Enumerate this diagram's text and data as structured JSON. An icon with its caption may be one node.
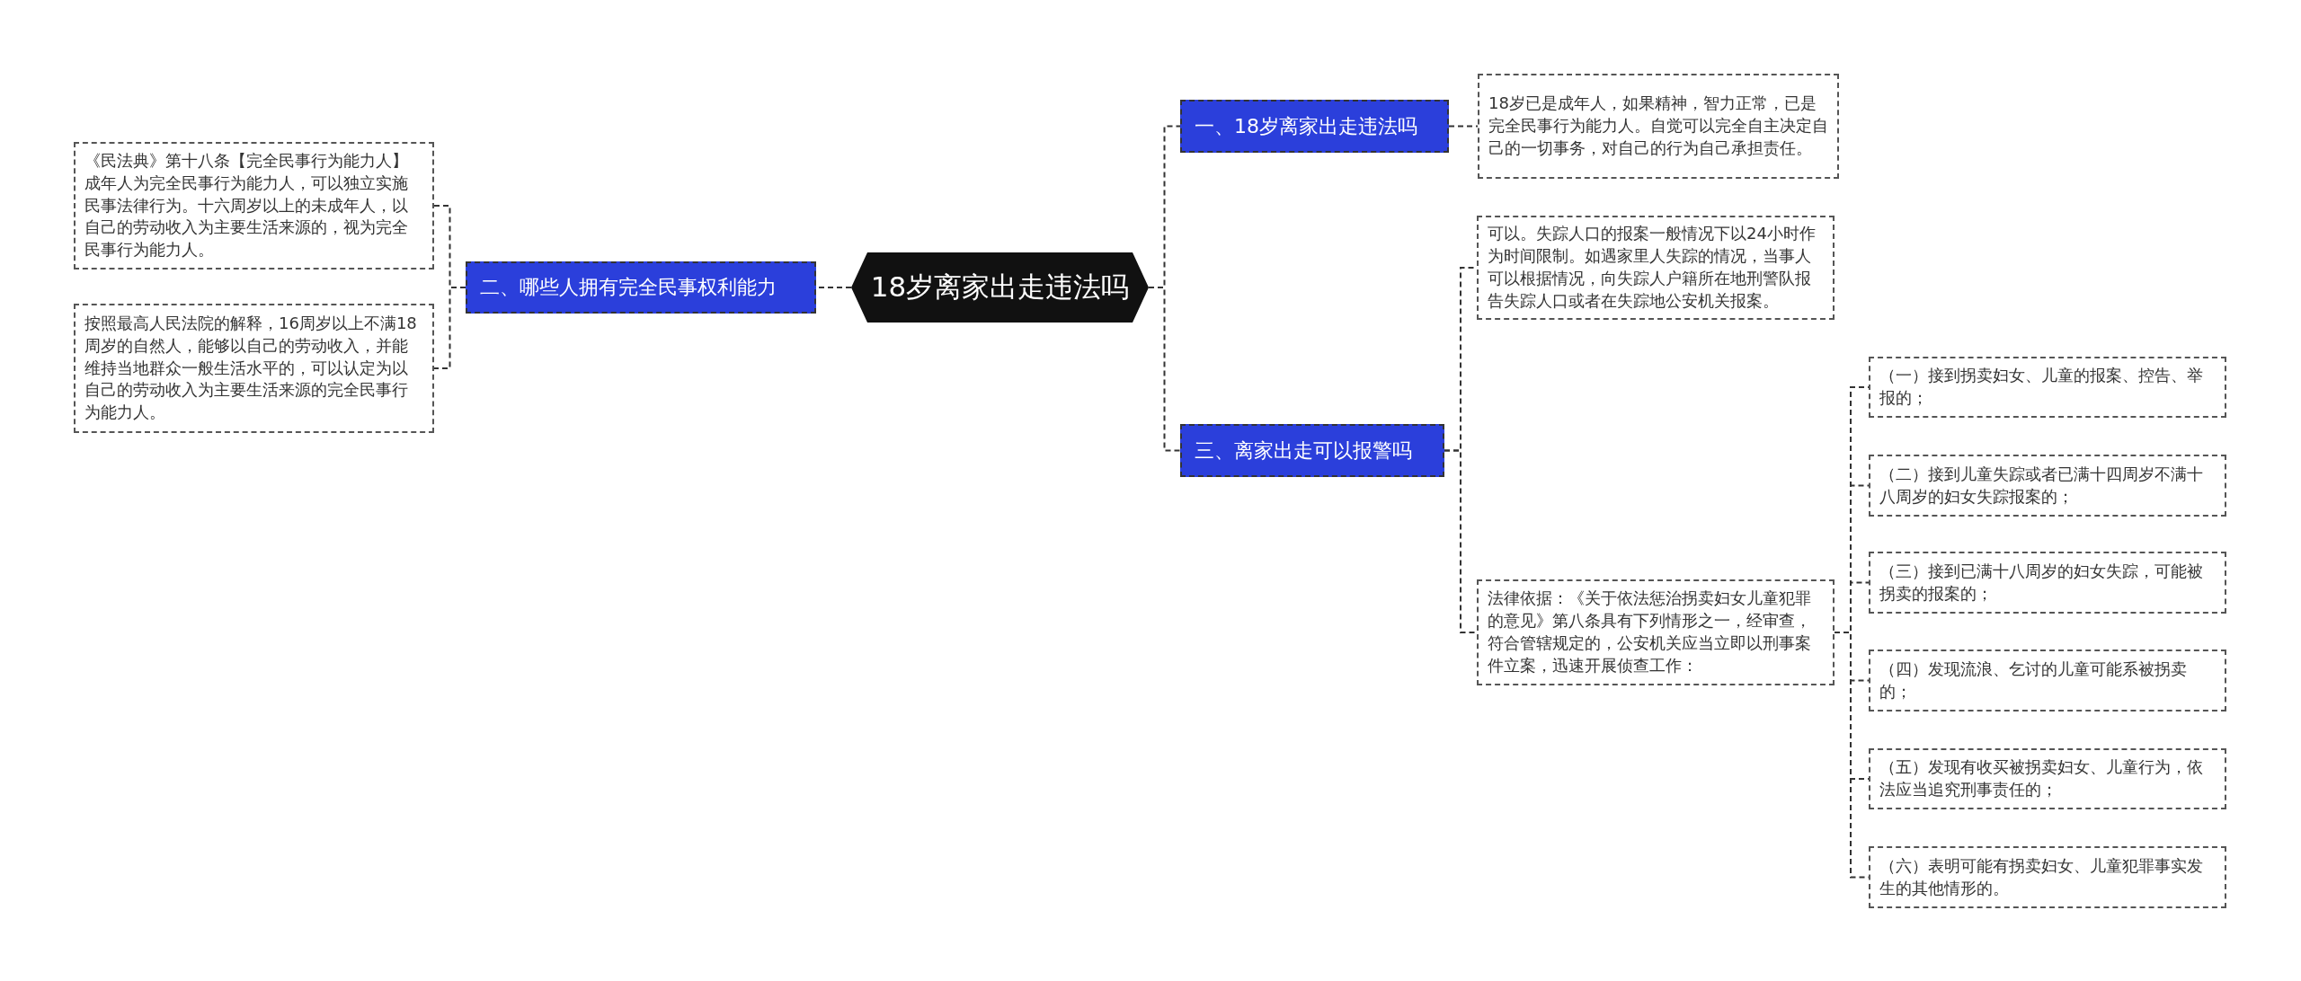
{
  "diagram": {
    "nodes": [
      {
        "text": [
          "18岁离家出走违法吗"
        ]
      },
      {
        "text": [
          "一、18岁离家出走违法吗"
        ]
      },
      {
        "text": [
          "18岁已是成年人，如果精神，智力正常，已是完全民事行为能力人。自觉可以完全自主决定自己的一切事务，对自己的行为自己承担责任。"
        ]
      },
      {
        "text": [
          "二、哪些人拥有完全民事权利能力"
        ]
      },
      {
        "text": [
          "《民法典》第十八条【完全民事行为能力人】成年人为完全民事行为能力人，可以独立实施民事法律行为。十六周岁以上的未成年人，以自己的劳动收入为主要生活来源的，视为完全民事行为能力人。"
        ]
      },
      {
        "text": [
          "按照最高人民法院的解释，16周岁以上不满18周岁的自然人，能够以自己的劳动收入，并能维持当地群众一般生活水平的，可以认定为以自己的劳动收入为主要生活来源的完全民事行为能力人。"
        ]
      },
      {
        "text": [
          "三、离家出走可以报警吗"
        ]
      },
      {
        "text": [
          "可以。失踪人口的报案一般情况下以24小时作为时间限制。如遇家里人失踪的情况，当事人可以根据情况，向失踪人户籍所在地刑警队报告失踪人口或者在失踪地公安机关报案。"
        ]
      },
      {
        "text": [
          "法律依据：《关于依法惩治拐卖妇女儿童犯罪的意见》第八条具有下列情形之一，经审查，符合管辖规定的，公安机关应当立即以刑事案件立案，迅速开展侦查工作："
        ]
      },
      {
        "text": [
          "（一）接到拐卖妇女、儿童的报案、控告、举报的；"
        ]
      },
      {
        "text": [
          "（二）接到儿童失踪或者已满十四周岁不满十八周岁的妇女失踪报案的；"
        ]
      },
      {
        "text": [
          "（三）接到已满十八周岁的妇女失踪，可能被拐卖的报案的；"
        ]
      },
      {
        "text": [
          "（四）发现流浪、乞讨的儿童可能系被拐卖的；"
        ]
      },
      {
        "text": [
          "（五）发现有收买被拐卖妇女、儿童行为，依法应当追究刑事责任的；"
        ]
      },
      {
        "text": [
          "（六）表明可能有拐卖妇女、儿童犯罪事实发生的其他情形的。"
        ]
      }
    ],
    "edges": [
      {
        "from": 0,
        "to": 1,
        "arrow": "none"
      },
      {
        "from": 0,
        "to": 3,
        "arrow": "none"
      },
      {
        "from": 0,
        "to": 6,
        "arrow": "none"
      },
      {
        "from": 1,
        "to": 2,
        "arrow": "none"
      },
      {
        "from": 3,
        "to": 4,
        "arrow": "none"
      },
      {
        "from": 3,
        "to": 5,
        "arrow": "none"
      },
      {
        "from": 6,
        "to": 7,
        "arrow": "none"
      },
      {
        "from": 6,
        "to": 8,
        "arrow": "none"
      },
      {
        "from": 8,
        "to": 9,
        "arrow": "none"
      },
      {
        "from": 8,
        "to": 10,
        "arrow": "none"
      },
      {
        "from": 8,
        "to": 11,
        "arrow": "none"
      },
      {
        "from": 8,
        "to": 12,
        "arrow": "none"
      },
      {
        "from": 8,
        "to": 13,
        "arrow": "none"
      },
      {
        "from": 8,
        "to": 14,
        "arrow": "none"
      }
    ]
  }
}
